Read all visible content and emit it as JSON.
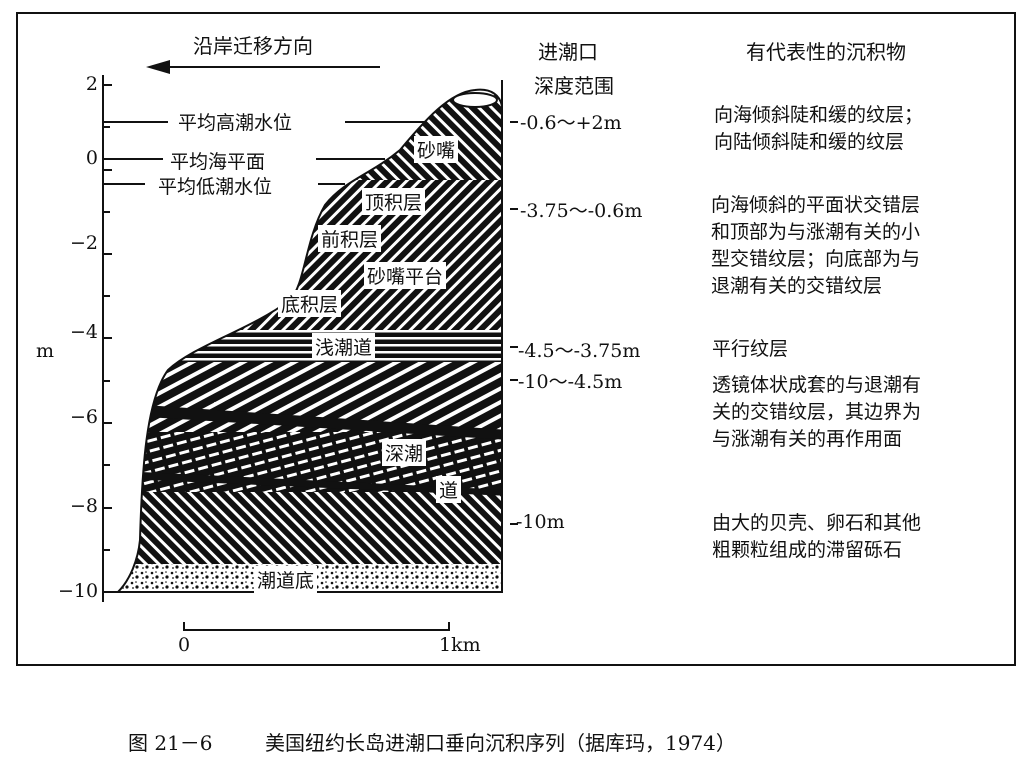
{
  "figure": {
    "caption_number": "图 21－6",
    "caption_text": "美国纽约长岛进潮口垂向沉积序列（据库玛，1974）"
  },
  "direction_label": "沿岸迁移方向",
  "direction_arrow": "left-arrow-icon",
  "y_axis": {
    "unit": "m",
    "ticks": [
      "2",
      "0",
      "−2",
      "−4",
      "−6",
      "−8",
      "−10"
    ],
    "range": [
      -10,
      2
    ]
  },
  "water_levels": [
    {
      "label": "平均高潮水位",
      "value": 1.0
    },
    {
      "label": "平均海平面",
      "value": 0.0
    },
    {
      "label": "平均低潮水位",
      "value": -0.6
    }
  ],
  "scale_bar": {
    "start": "0",
    "end": "1km"
  },
  "facies_labels": [
    "砂嘴",
    "顶积层",
    "前积层",
    "砂嘴平台",
    "底积层",
    "浅潮道",
    "深潮",
    "道",
    "潮道底"
  ],
  "columns": {
    "depth_header_line1": "进潮口",
    "depth_header_line2": "深度范围",
    "deposits_header": "有代表性的沉积物"
  },
  "rows": [
    {
      "depth": "-0.6～+2m",
      "deposit": "向海倾斜陡和缓的纹层；\n向陆倾斜陡和缓的纹层"
    },
    {
      "depth": "-3.75～-0.6m",
      "deposit": "向海倾斜的平面状交错层\n和顶部为与涨潮有关的小\n型交错纹层；向底部为与\n退潮有关的交错纹层"
    },
    {
      "depth": "-4.5～-3.75m",
      "deposit": "平行纹层"
    },
    {
      "depth": "-10～-4.5m",
      "deposit": "透镜体状成套的与退潮有\n关的交错纹层，其边界为\n与涨潮有关的再作用面"
    },
    {
      "depth": "-10m",
      "deposit": "由大的贝壳、卵石和其他\n粗颗粒组成的滞留砾石"
    }
  ]
}
